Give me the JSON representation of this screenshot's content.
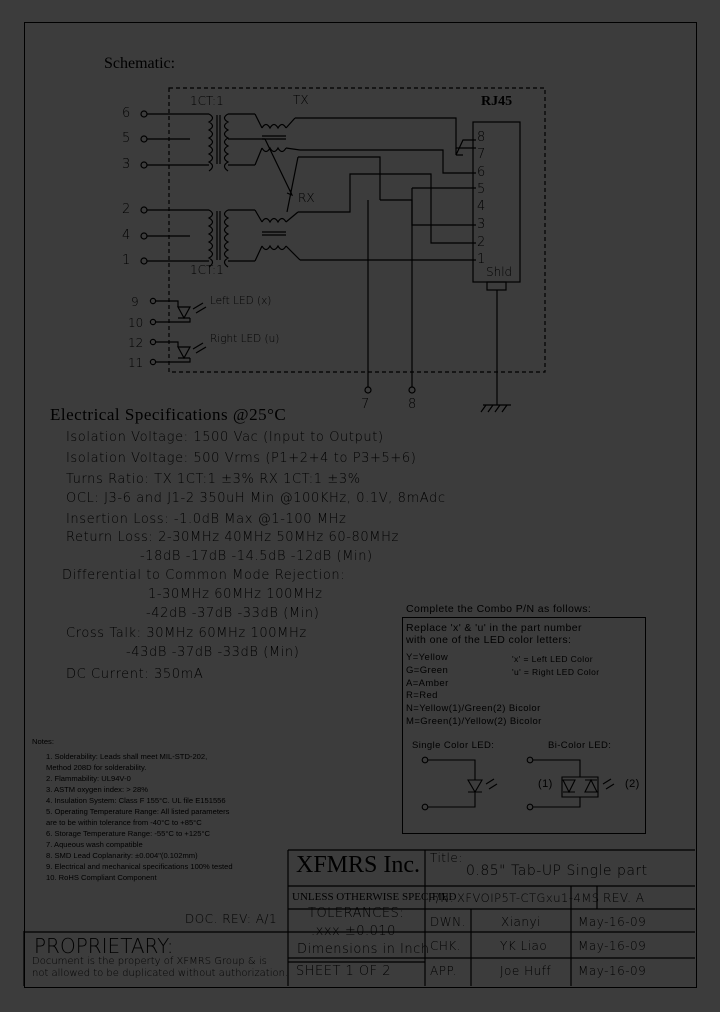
{
  "schematic": {
    "title": "Schematic:",
    "rj45_label": "RJ45",
    "tx_label": "TX",
    "rx_label": "RX",
    "ct_top": "1CT:1",
    "ct_bottom": "1CT:1",
    "left_pins_top": [
      "6",
      "5",
      "3"
    ],
    "left_pins_bottom": [
      "2",
      "4",
      "1"
    ],
    "rj45_pins": [
      "8",
      "7",
      "6",
      "5",
      "4",
      "3",
      "2",
      "1"
    ],
    "shield_label": "Shld",
    "led_pins": [
      "9",
      "10",
      "12",
      "11"
    ],
    "left_led_label": "Left LED (x)",
    "right_led_label": "Right LED (u)",
    "bottom_pins": [
      "7",
      "8"
    ]
  },
  "electrical": {
    "title": "Electrical   Specifications  @25°C",
    "lines": [
      "Isolation Voltage:  1500 Vac (Input to Output)",
      "Isolation Voltage:  500 Vrms  (P1+2+4 to P3+5+6)",
      "Turns Ratio: TX 1CT:1 ±3% RX 1CT:1 ±3%",
      "OCL:  J3-6 and J1-2 350uH Min @100KHz, 0.1V, 8mAdc",
      "Insertion Loss: -1.0dB Max @1-100 MHz",
      "Return Loss: 2-30MHz   40MHz   50MHz   60-80MHz",
      "-18dB      -17dB      -14.5dB      -12dB (Min)",
      "Differential to Common Mode Rejection:",
      "1-30MHz         60MHz         100MHz",
      "-42dB         -37dB         -33dB (Min)",
      "Cross Talk: 30MHz        60MHz        100MHz",
      "-43dB          -37dB          -33dB (Min)",
      "DC Current:  350mA"
    ]
  },
  "notes": {
    "heading": "Notes:",
    "items": [
      "1.  Solderability: Leads shall meet MIL-STD-202,",
      "     Method 208D for solderability.",
      "2.  Flammability: UL94V-0",
      "3.  ASTM oxygen index: > 28%",
      "4.  Insulation System: Class F 155°C. UL file E151556",
      "5.  Operating Temperature Range: All listed parameters",
      "     are to be within tolerance from -40°C to +85°C",
      "6.  Storage Temperature Range: -55°C to +125°C",
      "7.  Aqueous wash compatible",
      "8.  SMD Lead Coplanarity: ±0.004\"(0.102mm)",
      "9.  Electrical and mechanical specifications 100% tested",
      "10. RoHS Compliant Component"
    ]
  },
  "combo": {
    "heading": "Complete the Combo P/N as follows:",
    "replace_lines": [
      "Replace 'x' & 'u' in the part number",
      "with one of the LED color letters:"
    ],
    "colors": [
      "Y=Yellow",
      "G=Green",
      "A=Amber",
      "R=Red",
      "N=Yellow(1)/Green(2) Bicolor",
      "M=Green(1)/Yellow(2) Bicolor"
    ],
    "x_note": "'x' = Left LED Color",
    "u_note": "'u' = Right LED Color",
    "single_label": "Single Color LED:",
    "bi_label": "Bi-Color LED:",
    "bi_1": "(1)",
    "bi_2": "(2)"
  },
  "title_block": {
    "doc_rev": "DOC. REV: A/1",
    "proprietary": "PROPRIETARY:",
    "proprietary_text": [
      "Document is the property of XFMRS Group & is",
      "not allowed to be duplicated without authorization."
    ],
    "company": "XFMRS Inc.",
    "title_label": "Title:",
    "title_value": "0.85\" Tab-UP Single part",
    "unless": "UNLESS OTHERWISE SPECIFIED",
    "tolerances": "TOLERANCES:",
    "tol_value": ".xxx  ±0.010",
    "dimensions": "Dimensions  in  Inch",
    "pn_label": "P/N:",
    "pn_value": "XFVOIP5T-CTGxu1-4MS",
    "rev": "REV.  A",
    "sheet": "SHEET  1  OF  2",
    "rows": [
      {
        "role": "DWN.",
        "name": "Xianyi",
        "date": "May-16-09"
      },
      {
        "role": "CHK.",
        "name": "YK Liao",
        "date": "May-16-09"
      },
      {
        "role": "APP.",
        "name": "Joe Huff",
        "date": "May-16-09"
      }
    ]
  }
}
